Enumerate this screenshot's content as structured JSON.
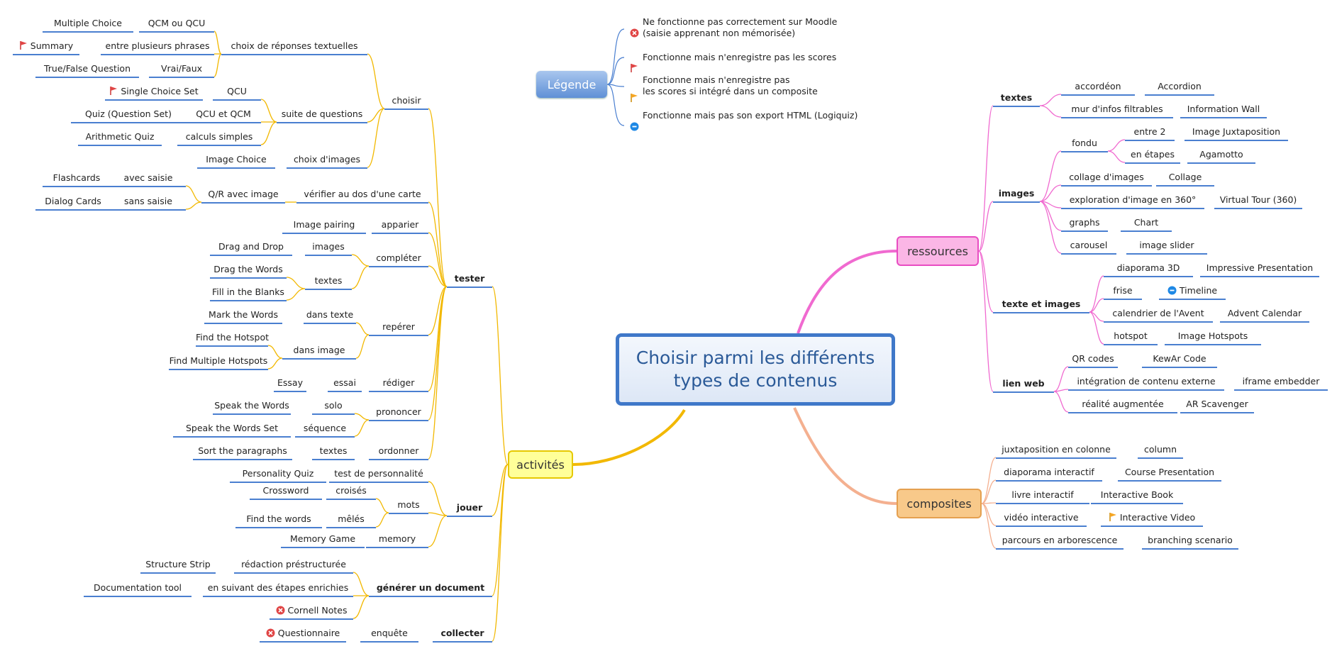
{
  "title": "Choisir parmi les différents\ntypes de contenus",
  "colors": {
    "activites_line": "#f2b800",
    "ressources_line": "#f06ad0",
    "composites_line": "#f4b090",
    "legend_line": "#4a7fd0",
    "underline": "#4a7fd0",
    "red": "#e04545",
    "orange": "#f5a623",
    "blue": "#1e88e5"
  },
  "main_nodes": {
    "legende": "Légende",
    "activites": "activités",
    "ressources": "ressources",
    "composites": "composites"
  },
  "legend": [
    {
      "icon": "red-x-icon",
      "text": "Ne fonctionne pas correctement sur Moodle\n(saisie apprenant non mémorisée)"
    },
    {
      "icon": "red-flag-icon",
      "text": "Fonctionne mais n'enregistre pas les scores"
    },
    {
      "icon": "orange-flag-icon",
      "text": "Fonctionne mais n'enregistre pas\nles scores si intégré dans un composite"
    },
    {
      "icon": "blue-minus-icon",
      "text": "Fonctionne mais pas son export HTML (Logiquiz)"
    }
  ],
  "activites": {
    "tester": "tester",
    "jouer": "jouer",
    "generer": "générer un document",
    "collecter": "collecter",
    "choisir": "choisir",
    "choix_textuelles": "choix de réponses textuelles",
    "qcm_ou_qcu": "QCM ou QCU",
    "multiple_choice": "Multiple Choice",
    "entre_phrases": "entre plusieurs phrases",
    "summary": "Summary",
    "vrai_faux": "Vrai/Faux",
    "true_false": "True/False Question",
    "suite_questions": "suite de questions",
    "qcu": "QCU",
    "single_choice": "Single Choice Set",
    "qcu_qcm": "QCU et QCM",
    "quiz_set": "Quiz (Question Set)",
    "calculs": "calculs simples",
    "arithmetic": "Arithmetic Quiz",
    "choix_images": "choix d'images",
    "image_choice": "Image Choice",
    "verifier_dos": "vérifier au dos d'une carte",
    "qr_image": "Q/R avec image",
    "avec_saisie": "avec saisie",
    "flashcards": "Flashcards",
    "sans_saisie": "sans saisie",
    "dialog_cards": "Dialog Cards",
    "apparier": "apparier",
    "image_pairing": "Image pairing",
    "completer": "compléter",
    "images": "images",
    "drag_drop": "Drag and Drop",
    "textes": "textes",
    "drag_words": "Drag the Words",
    "fill_blanks": "Fill in the Blanks",
    "reperer": "repérer",
    "dans_texte": "dans texte",
    "mark_words": "Mark the Words",
    "dans_image": "dans image",
    "find_hotspot": "Find the Hotspot",
    "find_multi": "Find Multiple Hotspots",
    "rediger": "rédiger",
    "essai": "essai",
    "essay": "Essay",
    "prononcer": "prononcer",
    "solo": "solo",
    "speak_words": "Speak the Words",
    "sequence": "séquence",
    "speak_set": "Speak the Words Set",
    "ordonner": "ordonner",
    "textes2": "textes",
    "sort_paragraphs": "Sort the paragraphs",
    "test_perso": "test de personnalité",
    "personality": "Personality Quiz",
    "mots": "mots",
    "croises": "croisés",
    "crossword": "Crossword",
    "meles": "mêlés",
    "find_words": "Find the words",
    "memory": "memory",
    "memory_game": "Memory Game",
    "redaction": "rédaction préstructurée",
    "structure_strip": "Structure Strip",
    "etapes_enrichies": "en suivant des étapes enrichies",
    "documentation": "Documentation tool",
    "cornell": "Cornell Notes",
    "enquete": "enquête",
    "questionnaire": "Questionnaire"
  },
  "ressources": {
    "textes": "textes",
    "accordeon": "accordéon",
    "accordion": "Accordion",
    "mur_infos": "mur d'infos filtrables",
    "info_wall": "Information Wall",
    "images": "images",
    "fondu": "fondu",
    "entre2": "entre 2",
    "juxtaposition": "Image Juxtaposition",
    "en_etapes": "en étapes",
    "agamotto": "Agamotto",
    "collage_images": "collage d'images",
    "collage": "Collage",
    "exploration": "exploration d'image en 360°",
    "virtual_tour": "Virtual Tour (360)",
    "graphs": "graphs",
    "chart": "Chart",
    "carousel": "carousel",
    "image_slider": "image slider",
    "texte_images": "texte et images",
    "diaporama3d": "diaporama 3D",
    "impressive": "Impressive Presentation",
    "frise": "frise",
    "timeline": "Timeline",
    "calendrier": "calendrier de l'Avent",
    "advent": "Advent Calendar",
    "hotspot": "hotspot",
    "image_hotspots": "Image Hotspots",
    "lien_web": "lien web",
    "qr_codes": "QR codes",
    "kewar": "KewAr Code",
    "integration": "intégration de contenu externe",
    "iframe": "iframe embedder",
    "realite": "réalité augmentée",
    "ar_scavenger": "AR Scavenger"
  },
  "composites": {
    "juxta_colonne": "juxtaposition en colonne",
    "column": "column",
    "diaporama_inter": "diaporama interactif",
    "course_pres": "Course Presentation",
    "livre_inter": "livre interactif",
    "interactive_book": "Interactive Book",
    "video_inter": "vidéo interactive",
    "interactive_video": "Interactive Video",
    "parcours": "parcours en arborescence",
    "branching": "branching scenario"
  }
}
